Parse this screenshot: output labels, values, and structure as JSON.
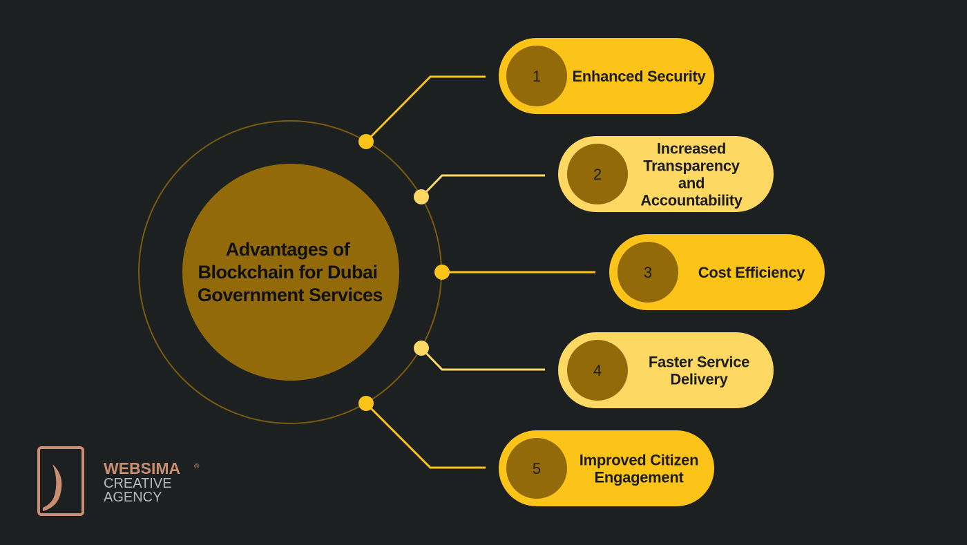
{
  "title_lines": [
    "Advantages of",
    "Blockchain for Dubai",
    "Government Services"
  ],
  "items": [
    {
      "number": "1",
      "lines": [
        "Enhanced Security"
      ],
      "color": "#fcc419"
    },
    {
      "number": "2",
      "lines": [
        "Increased",
        "Transparency",
        "and",
        "Accountability"
      ],
      "color": "#fdd964"
    },
    {
      "number": "3",
      "lines": [
        "Cost Efficiency"
      ],
      "color": "#fcc419"
    },
    {
      "number": "4",
      "lines": [
        "Faster Service",
        "Delivery"
      ],
      "color": "#fdd964"
    },
    {
      "number": "5",
      "lines": [
        "Improved Citizen",
        "Engagement"
      ],
      "color": "#fcc419"
    }
  ],
  "logo": {
    "brand": "WEBSIMA",
    "registered": "®",
    "line2": "CREATIVE",
    "line3": "AGENCY"
  },
  "colors": {
    "background": "#1d2020",
    "hub": "#926a09",
    "ring": "#7a5c10",
    "copper": "#c98e72"
  }
}
